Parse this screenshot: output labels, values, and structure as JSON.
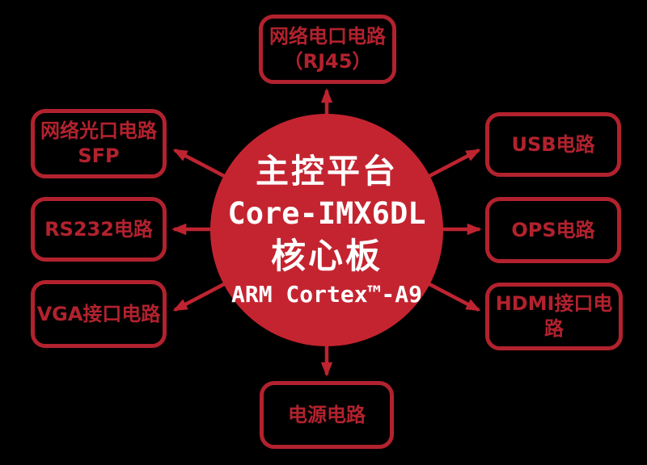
{
  "page": {
    "background": "#000000"
  },
  "colors": {
    "circle_red": "#C42430",
    "box_red": "#B2222E",
    "arrow_red": "#BE2430",
    "circle_text": "#FFFFFF"
  },
  "center_node": {
    "lines": [
      "主控平台",
      "Core-IMX6DL",
      "核心板",
      "ARM Cortex™-A9"
    ]
  },
  "nodes": [
    {
      "id": "rj45",
      "lines": [
        "网络电口电路",
        "（RJ45）"
      ]
    },
    {
      "id": "sfp",
      "lines": [
        "网络光口电路",
        "SFP"
      ]
    },
    {
      "id": "rs232",
      "lines": [
        "RS232电路"
      ]
    },
    {
      "id": "vga",
      "lines": [
        "VGA接口电路"
      ]
    },
    {
      "id": "usb",
      "lines": [
        "USB电路"
      ]
    },
    {
      "id": "ops",
      "lines": [
        "OPS电路"
      ]
    },
    {
      "id": "hdmi",
      "lines": [
        "HDMI接口电路"
      ]
    },
    {
      "id": "power",
      "lines": [
        "电源电路"
      ]
    }
  ]
}
